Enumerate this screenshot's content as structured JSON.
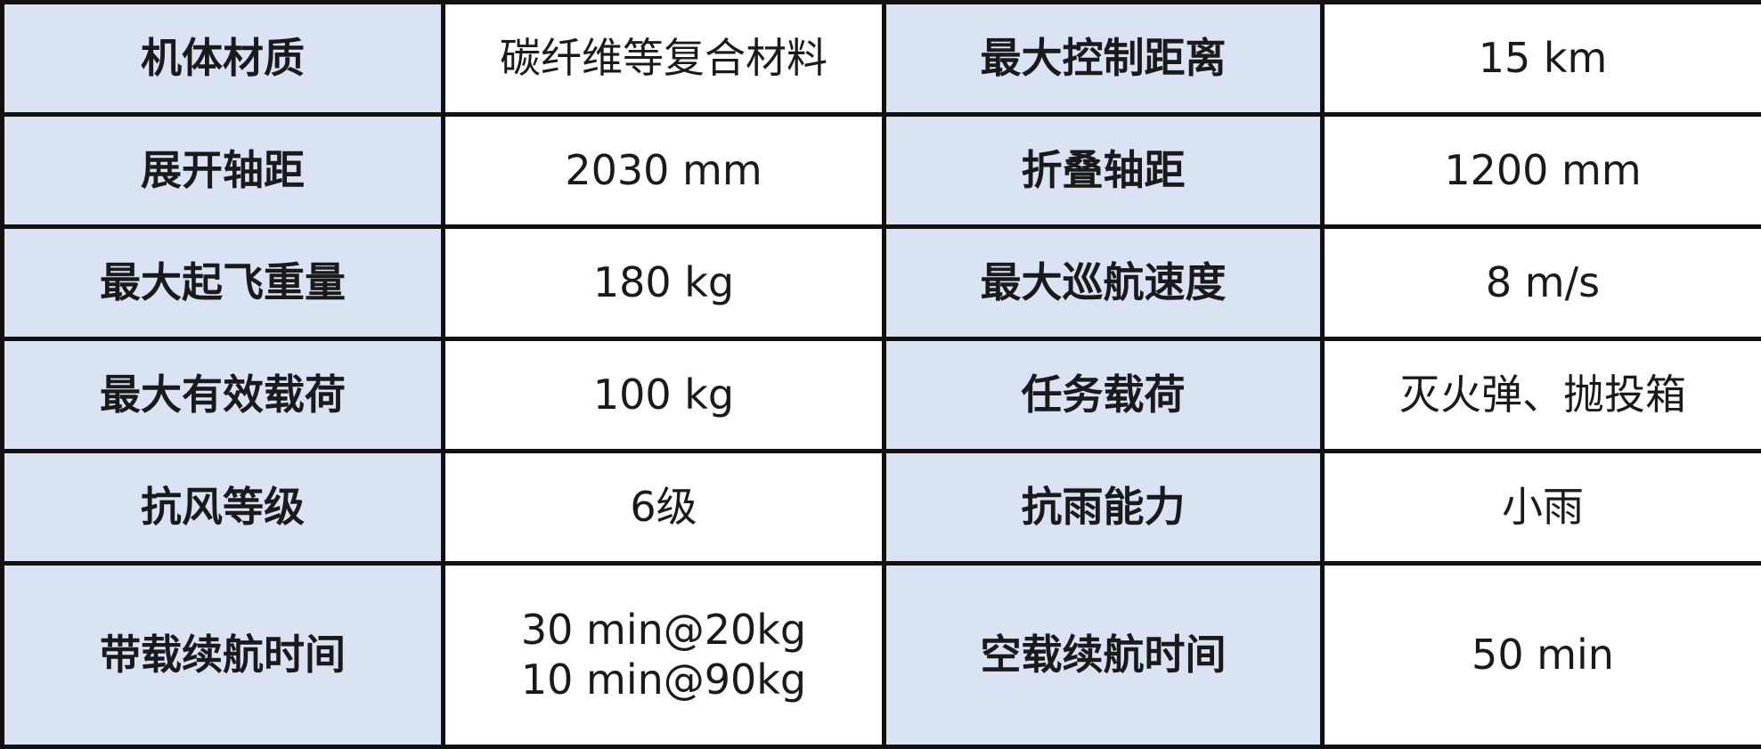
{
  "table": {
    "rows": [
      {
        "label1": "机体材质",
        "value1": "碳纤维等复合材料",
        "label2": "最大控制距离",
        "value2": "15 km"
      },
      {
        "label1": "展开轴距",
        "value1": "2030 mm",
        "label2": "折叠轴距",
        "value2": "1200 mm"
      },
      {
        "label1": "最大起飞重量",
        "value1": "180 kg",
        "label2": "最大巡航速度",
        "value2": "8 m/s"
      },
      {
        "label1": "最大有效载荷",
        "value1": "100 kg",
        "label2": "任务载荷",
        "value2": "灭火弹、抛投箱"
      },
      {
        "label1": "抗风等级",
        "value1": "6级",
        "label2": "抗雨能力",
        "value2": "小雨"
      }
    ],
    "last_row": {
      "label1": "带载续航时间",
      "value1_lines": [
        "30 min@20kg",
        "10 min@90kg"
      ],
      "label2": "空载续航时间",
      "value2": "50 min"
    }
  },
  "colors": {
    "label_bg": "#dae3f3",
    "value_bg": "#ffffff",
    "border": "#111111"
  }
}
